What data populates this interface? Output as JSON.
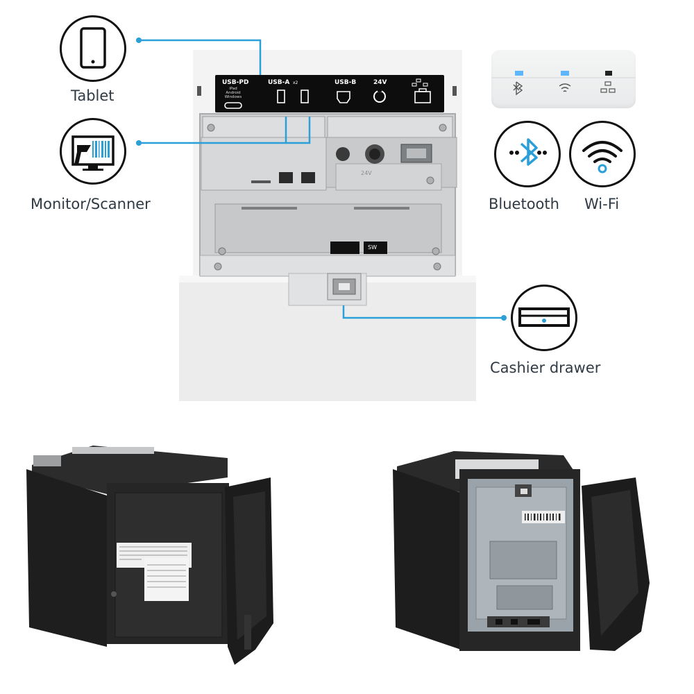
{
  "ports": {
    "usb_pd": "USB-PD",
    "usb_pd_sub": [
      "iPad",
      "Android",
      "Windows"
    ],
    "usb_a": "USB-A",
    "usb_a_count": "x2",
    "usb_b": "USB-B",
    "power": "24V"
  },
  "labels": {
    "tablet": "Tablet",
    "monitor_scanner": "Monitor/Scanner",
    "bluetooth": "Bluetooth",
    "wifi": "Wi-Fi",
    "cashier_drawer": "Cashier drawer"
  },
  "inner": {
    "voltage_mark": "24V",
    "sw_mark": "SW"
  },
  "colors": {
    "accent": "#2a9fd8",
    "dark_text": "#2f3a45"
  }
}
